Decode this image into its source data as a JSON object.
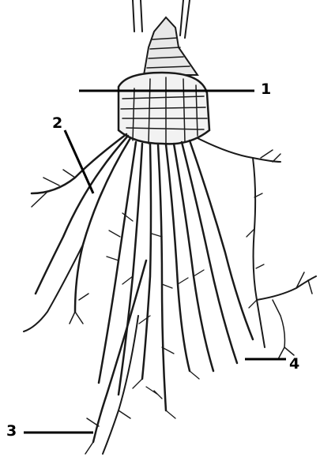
{
  "diagram": {
    "labels": [
      {
        "id": "label-1",
        "text": "1"
      },
      {
        "id": "label-2",
        "text": "2"
      },
      {
        "id": "label-3",
        "text": "3"
      },
      {
        "id": "label-4",
        "text": "4"
      }
    ],
    "colors": {
      "ink": "#000000",
      "background": "#ffffff",
      "root_fill": "#f2f2f2"
    }
  }
}
